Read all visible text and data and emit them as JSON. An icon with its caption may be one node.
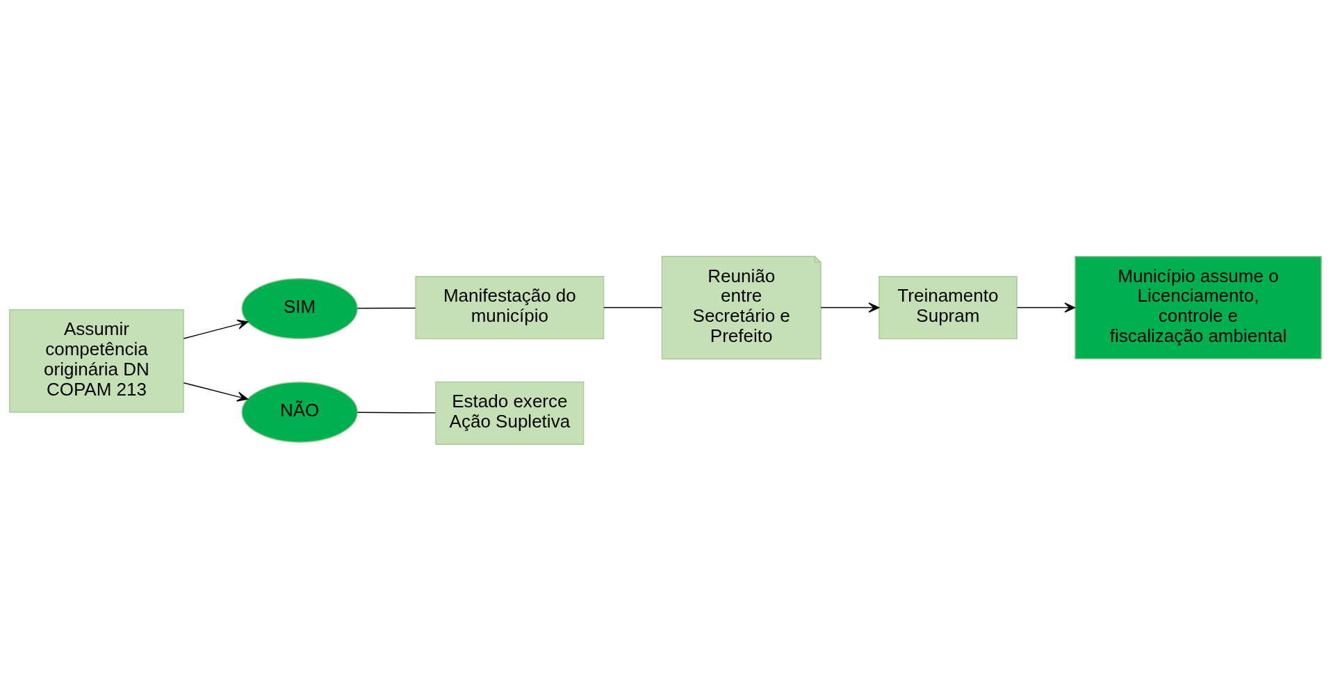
{
  "diagram": {
    "nodes": [
      {
        "text": [
          "Assumir competência originária DN COPAM 213"
        ]
      },
      {
        "text": [
          "SIM"
        ]
      },
      {
        "text": [
          "NÃO"
        ]
      },
      {
        "text": [
          "Manifestação do município"
        ]
      },
      {
        "text": [
          "Reunião entre Secretário e Prefeito"
        ]
      },
      {
        "text": [
          "Estado exerce Ação Supletiva"
        ]
      },
      {
        "text": [
          "Treinamento Supram"
        ]
      },
      {
        "text": [
          "Município assume o Licenciamento, controle e fiscalização ambiental"
        ]
      }
    ],
    "edges": [
      {
        "from": 0,
        "to": 1,
        "arrow": "to"
      },
      {
        "from": 0,
        "to": 2,
        "arrow": "to"
      },
      {
        "from": 1,
        "to": 3,
        "arrow": "none"
      },
      {
        "from": 3,
        "to": 4,
        "arrow": "none"
      },
      {
        "from": 2,
        "to": 5,
        "arrow": "none"
      },
      {
        "from": 4,
        "to": 6,
        "arrow": "to"
      },
      {
        "from": 6,
        "to": 7,
        "arrow": "to"
      }
    ]
  }
}
